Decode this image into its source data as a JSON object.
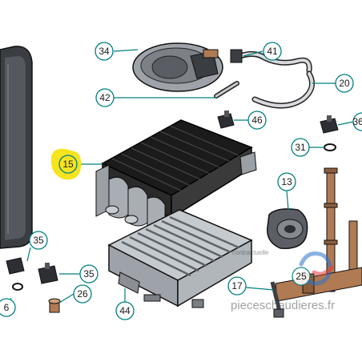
{
  "diagram": {
    "callouts": {
      "c34": "34",
      "c41": "41",
      "c42": "42",
      "c20": "20",
      "c46": "46",
      "c36": "36",
      "c15": "15",
      "c31": "31",
      "c13": "13",
      "c35a": "35",
      "c35b": "35",
      "c26": "26",
      "c17": "17",
      "c25": "25",
      "c44": "44",
      "c6": "6"
    },
    "watermark": {
      "site": "pieceschaudieres.fr",
      "tagline": "contractuelle"
    },
    "colors": {
      "line": "#007f7f",
      "highlight": "#f7e31e",
      "exchanger_dark": "#1b1b1b",
      "steel": "#b7bcc2",
      "copper": "#b07a52"
    }
  }
}
